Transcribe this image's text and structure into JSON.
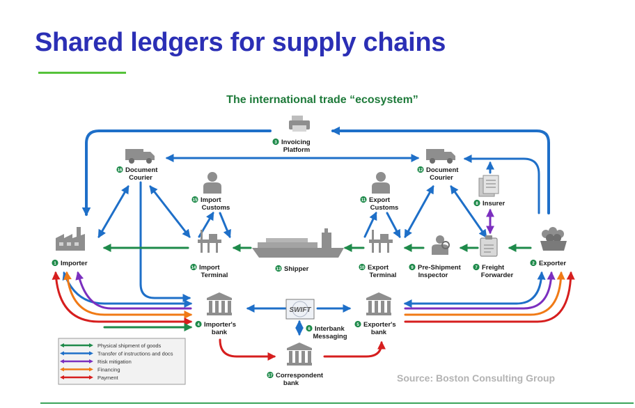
{
  "slide": {
    "title": "Shared ledgers for supply chains",
    "source": "Source: Boston Consulting Group"
  },
  "diagram": {
    "title": "The international trade “ecosystem”",
    "colors": {
      "physical": "#1e8a4a",
      "instructions": "#1e6fc8",
      "risk": "#7b2fbf",
      "financing": "#f07a16",
      "payment": "#d61e1e",
      "icon_gray": "#8e8e8e"
    },
    "nodes": [
      {
        "num": "1",
        "lines": [
          "Importer"
        ],
        "icon": "factory-icon"
      },
      {
        "num": "2",
        "lines": [
          "Exporter"
        ],
        "icon": "goods-pile-icon"
      },
      {
        "num": "3",
        "lines": [
          "Invoicing",
          "Platform"
        ],
        "icon": "printer-icon"
      },
      {
        "num": "4",
        "lines": [
          "Importer's",
          "bank"
        ],
        "icon": "bank-icon"
      },
      {
        "num": "5",
        "lines": [
          "Exporter's",
          "bank"
        ],
        "icon": "bank-icon"
      },
      {
        "num": "6",
        "lines": [
          "Interbank",
          "Messaging"
        ],
        "icon": "swift-icon"
      },
      {
        "num": "7",
        "lines": [
          "Freight",
          "Forwarder"
        ],
        "icon": "clipboard-icon"
      },
      {
        "num": "8",
        "lines": [
          "Insurer"
        ],
        "icon": "documents-icon"
      },
      {
        "num": "9",
        "lines": [
          "Pre-Shipment",
          "Inspector"
        ],
        "icon": "inspector-icon"
      },
      {
        "num": "10",
        "lines": [
          "Export",
          "Terminal"
        ],
        "icon": "terminal-icon"
      },
      {
        "num": "11",
        "lines": [
          "Export",
          "Customs"
        ],
        "icon": "officer-icon"
      },
      {
        "num": "12",
        "lines": [
          "Document",
          "Courier"
        ],
        "icon": "van-icon"
      },
      {
        "num": "13",
        "lines": [
          "Shipper"
        ],
        "icon": "ship-icon"
      },
      {
        "num": "14",
        "lines": [
          "Import",
          "Terminal"
        ],
        "icon": "terminal-icon"
      },
      {
        "num": "15",
        "lines": [
          "Import",
          "Customs"
        ],
        "icon": "officer-icon"
      },
      {
        "num": "16",
        "lines": [
          "Document",
          "Courier"
        ],
        "icon": "van-icon"
      },
      {
        "num": "17",
        "lines": [
          "Correspondent",
          "bank"
        ],
        "icon": "bank-icon"
      }
    ],
    "swift_label": "SWIFT",
    "legend": [
      {
        "label": "Physical shipment of goods",
        "color": "#1e8a4a"
      },
      {
        "label": "Transfer of instructions and docs",
        "color": "#1e6fc8"
      },
      {
        "label": "Risk mitigation",
        "color": "#7b2fbf"
      },
      {
        "label": "Financing",
        "color": "#f07a16"
      },
      {
        "label": "Payment",
        "color": "#d61e1e"
      }
    ]
  }
}
